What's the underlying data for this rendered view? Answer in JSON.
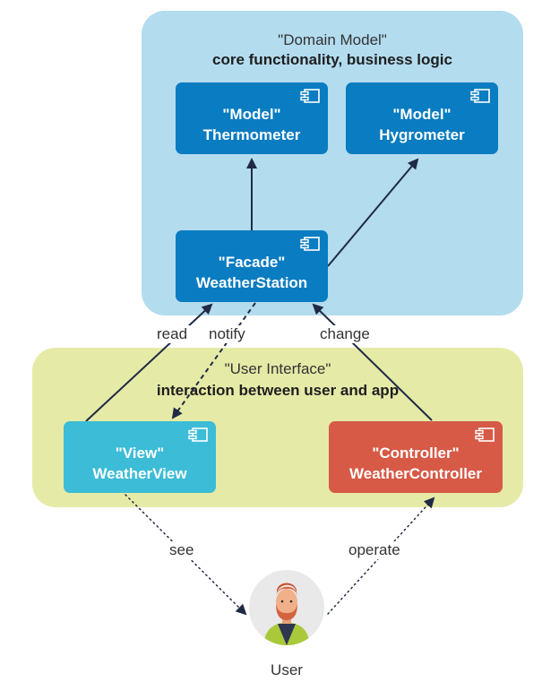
{
  "regions": {
    "domain": {
      "title": "\"Domain Model\"",
      "subtitle": "core functionality, business logic",
      "color": "#b3dcef"
    },
    "ui": {
      "title": "\"User Interface\"",
      "subtitle": "interaction between user and app",
      "color": "#e6eaa7"
    }
  },
  "components": {
    "thermometer": {
      "stereotype": "\"Model\"",
      "name": "Thermometer",
      "icon": "component-icon"
    },
    "hygrometer": {
      "stereotype": "\"Model\"",
      "name": "Hygrometer",
      "icon": "component-icon"
    },
    "weatherstation": {
      "stereotype": "\"Facade\"",
      "name": "WeatherStation",
      "icon": "component-icon"
    },
    "weatherview": {
      "stereotype": "\"View\"",
      "name": "WeatherView",
      "icon": "component-icon"
    },
    "weathercontroller": {
      "stereotype": "\"Controller\"",
      "name": "WeatherController",
      "icon": "component-icon"
    }
  },
  "edges": {
    "read": "read",
    "notify": "notify",
    "change": "change",
    "see": "see",
    "operate": "operate"
  },
  "actor": {
    "label": "User",
    "icon": "user-avatar-icon"
  },
  "colors": {
    "model": "#0a7cc1",
    "view": "#3cbcd6",
    "controller": "#d65a46",
    "line": "#1f2a44"
  }
}
